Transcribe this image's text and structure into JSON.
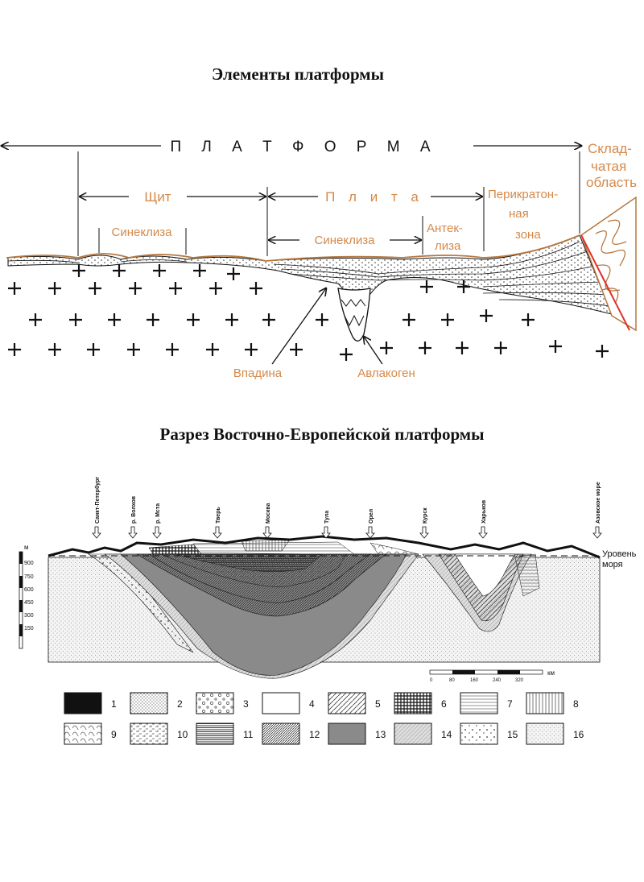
{
  "titles": {
    "top": "Элементы платформы",
    "bottom": "Разрез Восточно-Европейской платформы"
  },
  "scheme": {
    "platform": "П Л А Т Ф О Р М А",
    "fold_area": [
      "Склад-",
      "чатая",
      "область"
    ],
    "shield": "Щит",
    "plate": "П л и т а",
    "pericraton": [
      "Перикратон-",
      "ная",
      "зона"
    ],
    "syneclise_left": "Синеклиза",
    "syneclise_right": "Синеклиза",
    "anteclise": [
      "Антек-",
      "лиза"
    ],
    "depression": "Впадина",
    "aulacogen": "Авлакоген"
  },
  "section": {
    "cities": [
      "Санкт-Петербург",
      "р. Волхов",
      "р. Мста",
      "Тверь",
      "Москва",
      "Тула",
      "Орел",
      "Курск",
      "Харьков",
      "Азовское море"
    ],
    "sea_level": [
      "Уровень",
      "моря"
    ],
    "depth_unit": "м",
    "depth_ticks": [
      "900",
      "750",
      "600",
      "450",
      "300",
      "150"
    ],
    "scale_unit": "км",
    "scale_ticks": [
      "0",
      "80",
      "160",
      "240",
      "320"
    ]
  },
  "legend": [
    {
      "n": "1",
      "pattern": "solid-black"
    },
    {
      "n": "2",
      "pattern": "fine-dots"
    },
    {
      "n": "3",
      "pattern": "circles"
    },
    {
      "n": "4",
      "pattern": "blank"
    },
    {
      "n": "5",
      "pattern": "diagonal"
    },
    {
      "n": "6",
      "pattern": "cross-hatch"
    },
    {
      "n": "7",
      "pattern": "horizontal"
    },
    {
      "n": "8",
      "pattern": "vertical"
    },
    {
      "n": "9",
      "pattern": "wavy"
    },
    {
      "n": "10",
      "pattern": "dashes"
    },
    {
      "n": "11",
      "pattern": "dense-horizontal"
    },
    {
      "n": "12",
      "pattern": "dense-diagonal"
    },
    {
      "n": "13",
      "pattern": "grey"
    },
    {
      "n": "14",
      "pattern": "light-diagonal"
    },
    {
      "n": "15",
      "pattern": "sparse-dots"
    },
    {
      "n": "16",
      "pattern": "stipple"
    }
  ]
}
